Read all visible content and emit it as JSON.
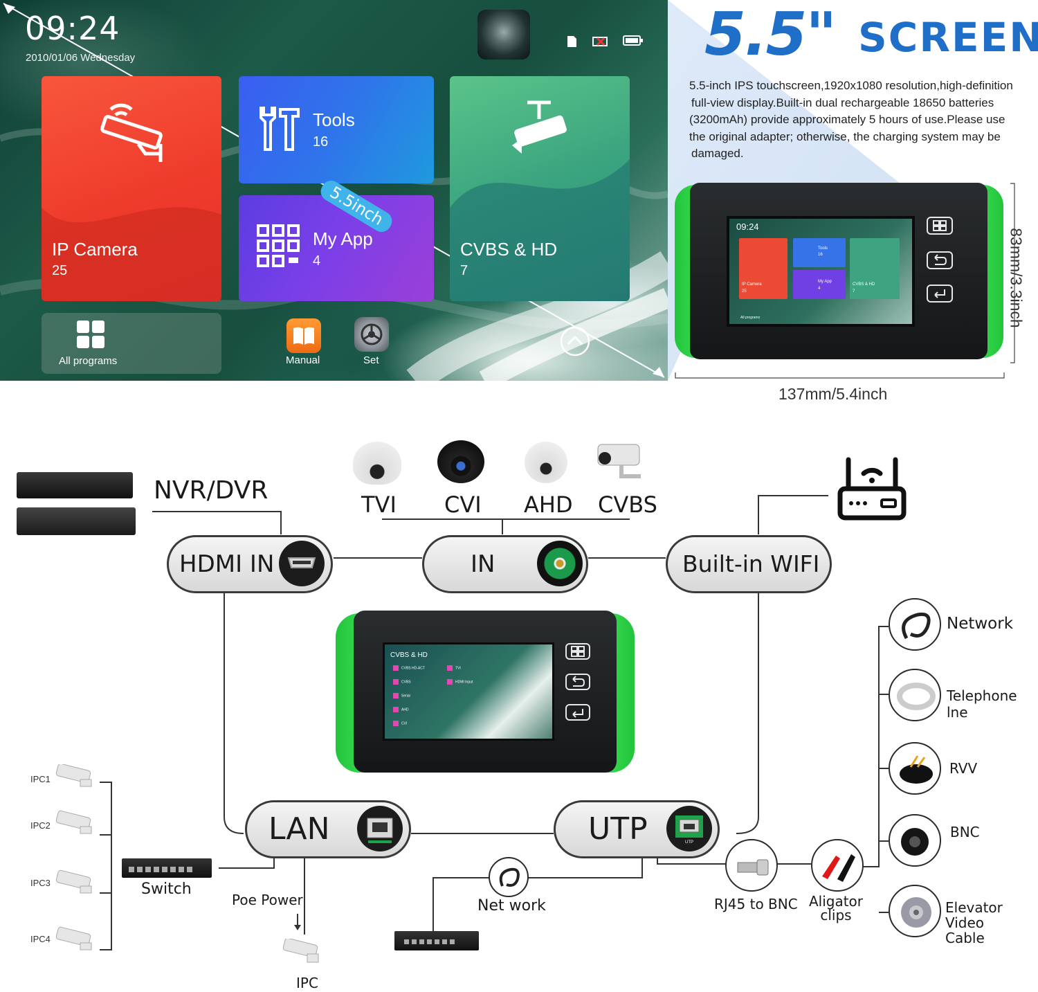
{
  "home_screen": {
    "time": "09:24",
    "date": "2010/01/06 Wednesday",
    "watermark": "5.5inch",
    "tiles": [
      {
        "label": "IP Camera",
        "count": "25"
      },
      {
        "label": "Tools",
        "count": "16"
      },
      {
        "label": "My App",
        "count": "4"
      },
      {
        "label": "CVBS & HD",
        "count": "7"
      }
    ],
    "dock": {
      "all_programs": "All programs",
      "manual": "Manual",
      "set": "Set"
    }
  },
  "spec": {
    "size": "5.5\"",
    "screen_word": "SCREEN",
    "description": [
      "5.5-inch IPS touchscreen,1920x1080 resolution,high-definition",
      "full-view display.Built-in dual rechargeable 18650 batteries",
      "(3200mAh) provide approximately 5 hours of use.Please use",
      "the original adapter; otherwise, the charging system may be",
      "damaged."
    ],
    "height": "83mm/3.3inch",
    "width": "137mm/5.4inch"
  },
  "device_screen_small": {
    "time": "09:24",
    "tiles": [
      "IP Camera",
      "Tools",
      "My App",
      "CVBS & HD"
    ],
    "tile_counts": [
      "25",
      "16",
      "4",
      "7"
    ],
    "all_programs": "All programs"
  },
  "device_screen_center": {
    "title": "CVBS & HD",
    "items": [
      "CVBS HD-ACT",
      "CVBS",
      "Serial",
      "AHD",
      "CVI"
    ],
    "items_right": [
      "TVI",
      "HDMI Input"
    ]
  },
  "diagram": {
    "nvr_dvr": "NVR/DVR",
    "camera_types": [
      "TVI",
      "CVI",
      "AHD",
      "CVBS"
    ],
    "pills": {
      "hdmi_in": "HDMI IN",
      "in": "IN",
      "wifi": "Built-in WIFI",
      "lan": "LAN",
      "utp": "UTP"
    },
    "ipc_list": [
      "IPC1",
      "IPC2",
      "IPC3",
      "IPC4"
    ],
    "switch": "Switch",
    "poe_power": "Poe Power",
    "ipc": "IPC",
    "net_work": "Net work",
    "rj45_to_bnc": "RJ45 to BNC",
    "aligator": [
      "Aligator",
      "clips"
    ],
    "cables": [
      "Network",
      "Telephone lne",
      "RVV",
      "BNC"
    ],
    "elevator": [
      "Elevator Video",
      "Cable"
    ],
    "utp_port": "UTP"
  }
}
